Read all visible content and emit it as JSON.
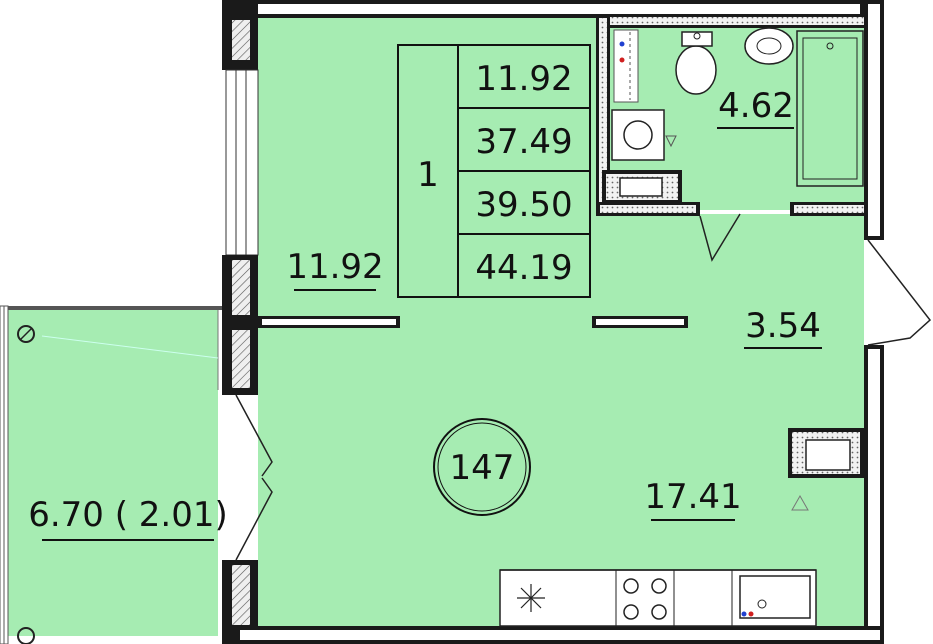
{
  "plan": {
    "fill_color": "#a6ecb2",
    "wall_color": "#1a1a1a",
    "hatch_color": "#e6e6e6",
    "rooms": {
      "room_area": "11.92",
      "bathroom_area": "4.62",
      "hall_area": "3.54",
      "kitchen_area": "17.41",
      "balcony_area": "6.70 ( 2.01)"
    },
    "apartment_number": "147",
    "summary_table": {
      "rooms_count": "1",
      "living_area": "11.92",
      "area_without_balcony": "37.49",
      "area_with_reduced_balcony": "39.50",
      "total_area": "44.19"
    }
  }
}
